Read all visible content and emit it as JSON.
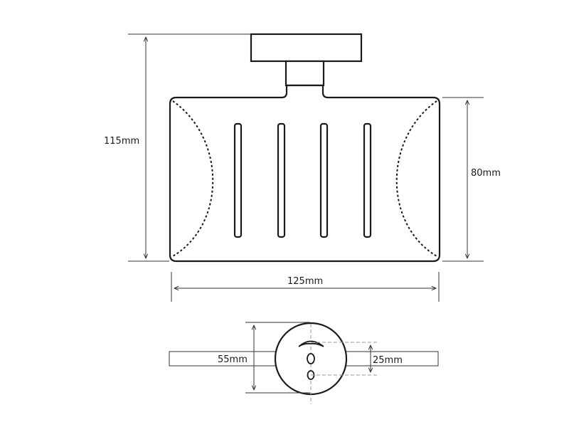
{
  "dimensions": {
    "total_height": "115mm",
    "tray_height": "80mm",
    "tray_width": "125mm",
    "flange_diameter": "55mm",
    "hole_spacing": "25mm"
  },
  "colors": {
    "outline": "#1a1a1a",
    "dimension_line": "#333333",
    "center_line": "#9a9a9a"
  }
}
